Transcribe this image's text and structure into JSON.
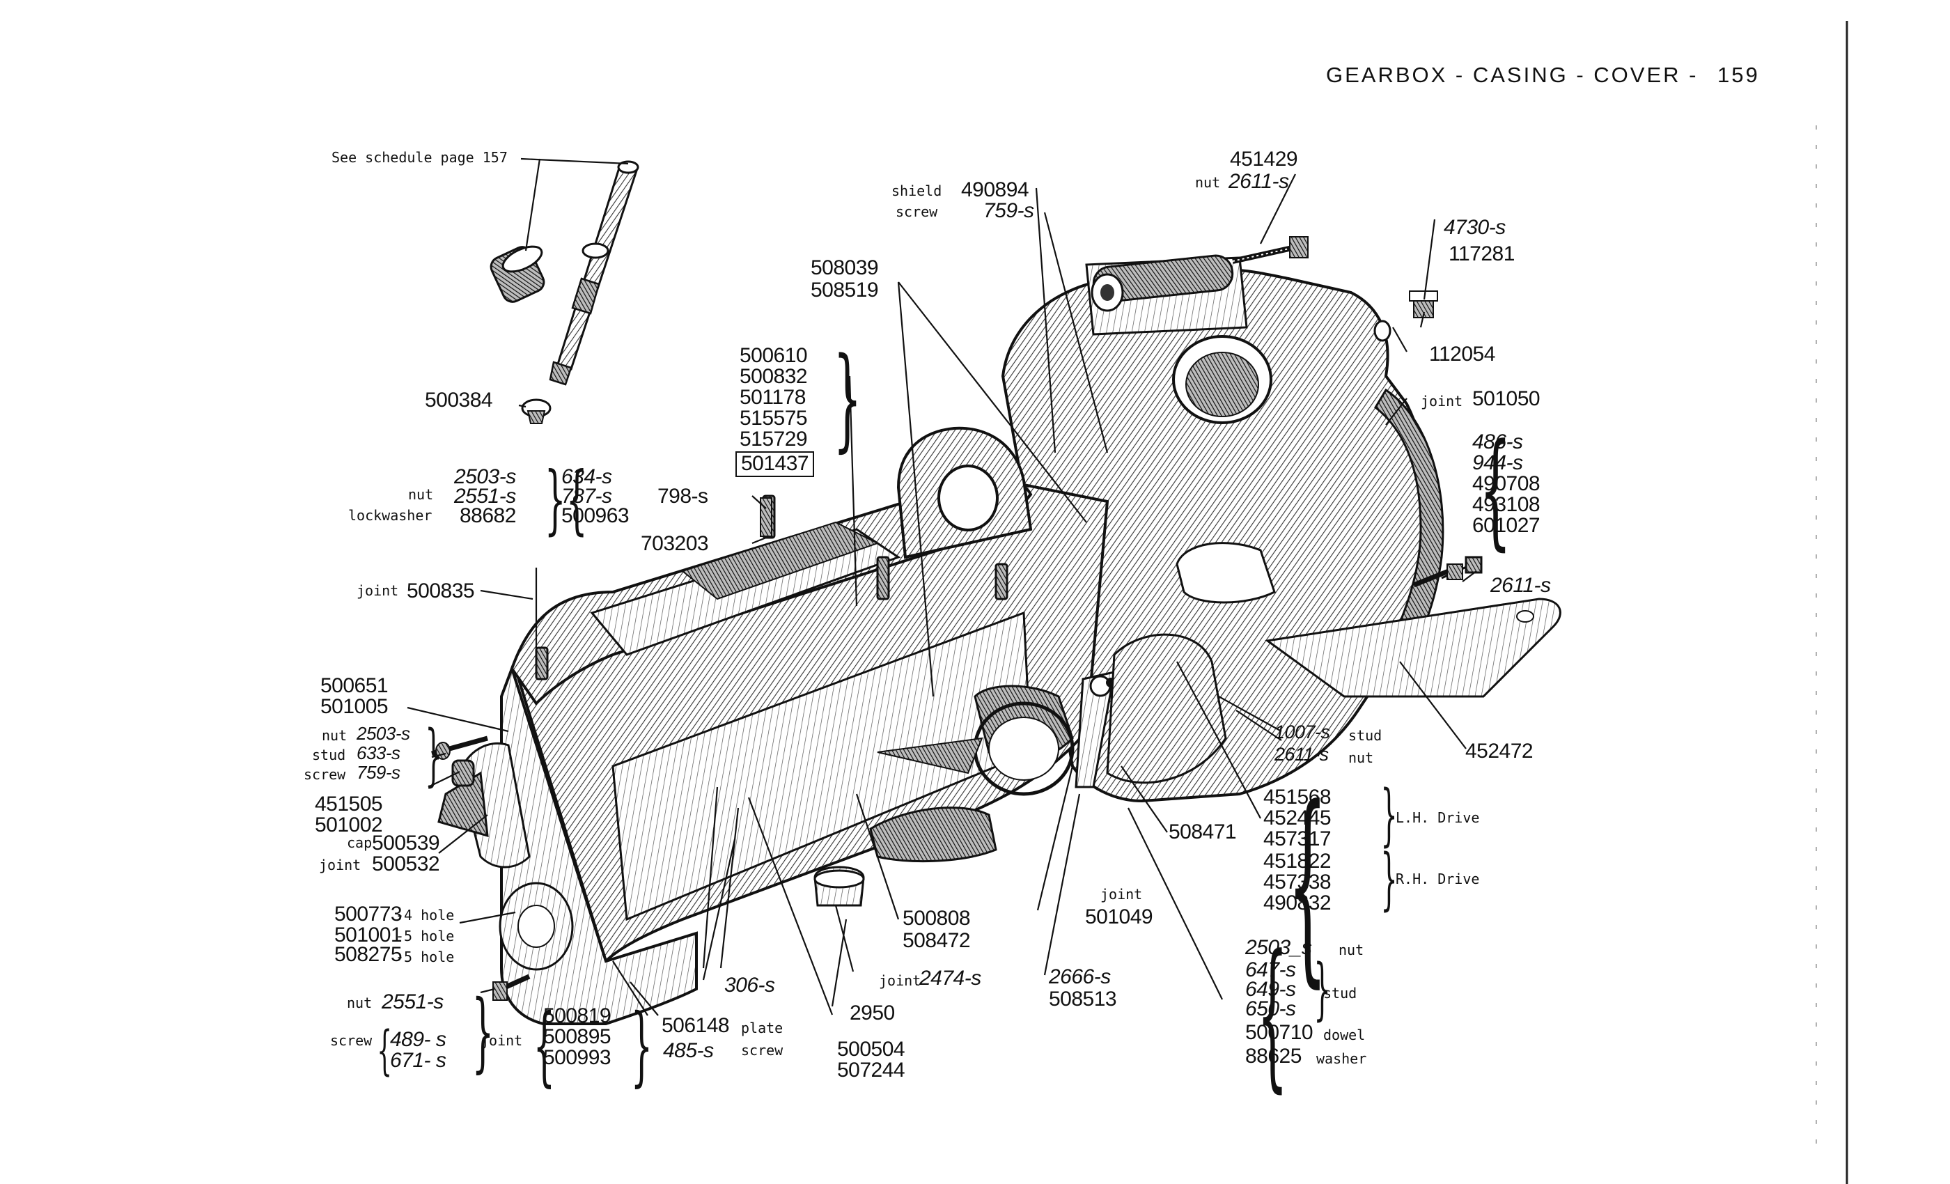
{
  "header": {
    "title": "GEARBOX - CASING - COVER -",
    "page_number": "159"
  },
  "labels": {
    "schedule_note": "See schedule page 157",
    "p500384": "500384",
    "shield_word": "shield",
    "screw_word": "screw",
    "p490894": "490894",
    "p759s_a": "759-s",
    "p451429": "451429",
    "nut_word_top": "nut",
    "p2611s_top": "2611-s",
    "p4730s": "4730-s",
    "p117281": "117281",
    "p112054": "112054",
    "p508039": "508039",
    "p508519": "508519",
    "p500610": "500610",
    "p500832": "500832",
    "p501178": "501178",
    "p515575": "515575",
    "p515729": "515729",
    "p501437": "501437",
    "joint_501050_word": "joint",
    "p501050": "501050",
    "p486s": "486-s",
    "p944s": "944-s",
    "p490708": "490708",
    "p493108": "493108",
    "p601027": "601027",
    "p2611s_right": "2611-s",
    "nut_word": "nut",
    "lockwasher_word": "lockwasher",
    "p2503s": "2503-s",
    "p2551s": "2551-s",
    "p88682": "88682",
    "p634s": "634-s",
    "p787s": "787-s",
    "p500963": "500963",
    "p798s": "798-s",
    "p703203": "703203",
    "joint_word_500835": "joint",
    "p500835": "500835",
    "p500651": "500651",
    "p501005": "501005",
    "nut_word_l": "nut",
    "stud_word_l": "stud",
    "screw_word_l": "screw",
    "p2503s_l": "2503-s",
    "p633s": "633-s",
    "p759s_l": "759-s",
    "p451505": "451505",
    "p501002": "501002",
    "cap_word": "cap",
    "p500539": "500539",
    "joint_word_500532": "joint",
    "p500532": "500532",
    "p500773": "500773",
    "p500773_note": "-4 hole",
    "p501001": "501001",
    "p501001_note": "-5 hole",
    "p508275": "508275",
    "p508275_note": "-5 hole",
    "nut_word_b": "nut",
    "p2551s_b": "2551-s",
    "screw_word_b": "screw",
    "p489s": "489- s",
    "p671s": "671- s",
    "joint_word_b": "joint",
    "p500819": "500819",
    "p500895": "500895",
    "p500993": "500993",
    "p306s": "306-s",
    "p506148": "506148",
    "plate_word": "plate",
    "p485s": "485-s",
    "screw_word_b2": "screw",
    "p500504": "500504",
    "p507244": "507244",
    "p2950": "2950",
    "joint_word_2474": "joint",
    "p2474s": "2474-s",
    "p500808": "500808",
    "p508472": "508472",
    "p2666s": "2666-s",
    "p508513": "508513",
    "joint_word_501049": "joint",
    "p501049": "501049",
    "p508471": "508471",
    "p1007s": "1007-s",
    "stud_word_r": "stud",
    "p2611s_mid": "2611-s",
    "nut_word_r": "nut",
    "p452472": "452472",
    "p451568": "451568",
    "p452445": "452445",
    "p457317": "457317",
    "lh_drive": "L.H. Drive",
    "p451822": "451822",
    "p457338": "457338",
    "p490832": "490832",
    "rh_drive": "R.H. Drive",
    "p2503s_r": "2503_s",
    "nut_word_r2": "nut",
    "p647s": "647-s",
    "p649s": "649-s",
    "p650s": "650-s",
    "stud_word_r2": "stud",
    "p500710": "500710",
    "dowel_word": "dowel",
    "p88625": "88625",
    "washer_word": "washer"
  }
}
